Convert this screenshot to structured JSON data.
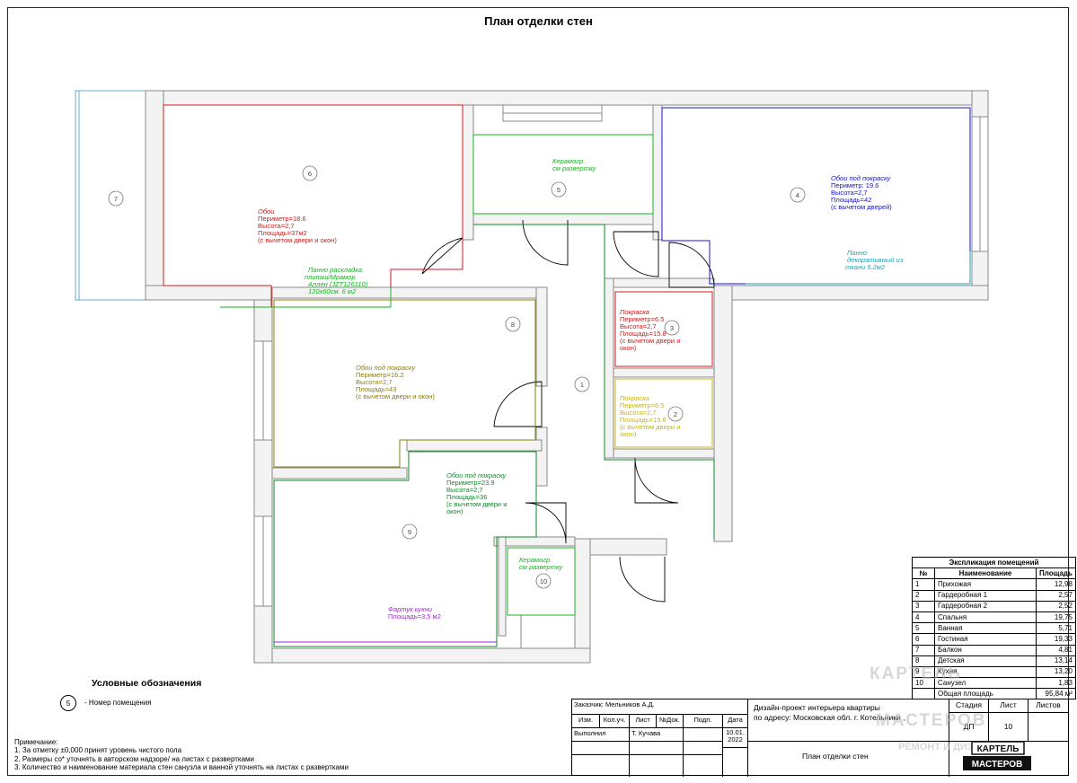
{
  "page_title": "План отделки стен",
  "rooms": [
    {
      "num": "1"
    },
    {
      "num": "2"
    },
    {
      "num": "3"
    },
    {
      "num": "4"
    },
    {
      "num": "5"
    },
    {
      "num": "6"
    },
    {
      "num": "7"
    },
    {
      "num": "8"
    },
    {
      "num": "9"
    },
    {
      "num": "10"
    }
  ],
  "annotations": {
    "room6": [
      "Обои",
      "Периметр=18.6",
      "Высота=2,7",
      "Площадь=37м2",
      "(с вычетом двери и окон)"
    ],
    "room6_panel": [
      "Панно раскладка",
      "плитки/Мрамор",
      "Аллен (JZT126110)",
      "120х60см. 6 м2"
    ],
    "room5": [
      "Керамогр.",
      "см развертку"
    ],
    "room4": [
      "Обои под покраску",
      "Периметр: 19.6",
      "Высота=2,7",
      "Площадь=42",
      "(с вычетом дверей)"
    ],
    "room4_panel": [
      "Панно",
      "декоративный из",
      "ткани 5.2м2"
    ],
    "room3": [
      "Покраска",
      "Периметр=6.5",
      "Высота=2,7",
      "Площадь=15.8",
      "(с вычетом двери и",
      "окон)"
    ],
    "room2": [
      "Покраска",
      "Периметр=6.5",
      "Высота=2,7",
      "Площадь=15.8",
      "(с вычетом двери и",
      "окон)"
    ],
    "room8": [
      "Обои под покраску",
      "Периметр=16.2",
      "Высота=2,7",
      "Площадь=43",
      "(с вычетом двери и окон)"
    ],
    "room9": [
      "Обои под покраску",
      "Периметр=23.9",
      "Высота=2,7",
      "Площадь=36",
      "(с вычетом двери и",
      "окон)"
    ],
    "room10": [
      "Керамогр.",
      "см развертку"
    ],
    "apron": [
      "Фартук кухни",
      "Площадь=3,5 м2"
    ]
  },
  "colors": {
    "red": "#d11a1a",
    "blue": "#1414c8",
    "green": "#13b41f",
    "teal": "#1aa4b4",
    "olive": "#8a7e0f",
    "yellow": "#c8b418",
    "darkgreen": "#0f8a2a",
    "purple": "#a028c8",
    "wall": "#9a9a9a"
  },
  "legend": {
    "title": "Условные обозначения",
    "sample_num": "5",
    "sample_label": "- Номер помещения"
  },
  "notes": {
    "title": "Примечание:",
    "items": [
      "1. За отметку ±0,000 принят уровень чистого пола",
      "2. Размеры со* уточнять в авторском надзоре/ на листах с развертками",
      "3. Количество и наименование материала стен санузла и ванной уточнять на листах с развертками"
    ]
  },
  "explication": {
    "title": "Экспликация помещений",
    "headers": [
      "№",
      "Наименование",
      "Площадь"
    ],
    "rows": [
      {
        "n": "1",
        "name": "Прихожая",
        "area": "12,98"
      },
      {
        "n": "2",
        "name": "Гардеробная 1",
        "area": "2,57"
      },
      {
        "n": "3",
        "name": "Гардеробная 2",
        "area": "2,52"
      },
      {
        "n": "4",
        "name": "Спальня",
        "area": "19,75"
      },
      {
        "n": "5",
        "name": "Ванная",
        "area": "5,71"
      },
      {
        "n": "6",
        "name": "Гостиная",
        "area": "19,33"
      },
      {
        "n": "7",
        "name": "Балкон",
        "area": "4,81"
      },
      {
        "n": "8",
        "name": "Детская",
        "area": "13,14"
      },
      {
        "n": "9",
        "name": "Кухня",
        "area": "13,20"
      },
      {
        "n": "10",
        "name": "Санузел",
        "area": "1,83"
      }
    ],
    "total_label": "Общая площадь",
    "total_value": "95,84 м²"
  },
  "title_block": {
    "customer": "Заказчик: Мельников А.Д.",
    "col_izm": "Изм.",
    "col_kol": "Кол.уч.",
    "col_list": "Лист",
    "col_ndok": "№Док.",
    "col_podp": "Подп.",
    "col_data": "Дата",
    "executed": "Выполнил",
    "executor": "Т. Кучава",
    "date": "10.01. 2022",
    "project": "Дизайн-проект интерьера квартиры",
    "address": "по адресу: Московская обл. г. Котельники ,",
    "stage_label": "Стадия",
    "sheet_label": "Лист",
    "sheets_label": "Листов",
    "stage": "ДП",
    "sheet": "10",
    "sheets": "",
    "drawing_name": "План отделки стен"
  },
  "watermark": {
    "line1": "КАРТЕЛЬ",
    "line2": "МАСТЕРОВ",
    "line3": "РЕМОНТ И ДИЗАЙН",
    "logo_line1": "КАРТЕЛЬ",
    "logo_line2": "МАСТЕРОВ"
  }
}
